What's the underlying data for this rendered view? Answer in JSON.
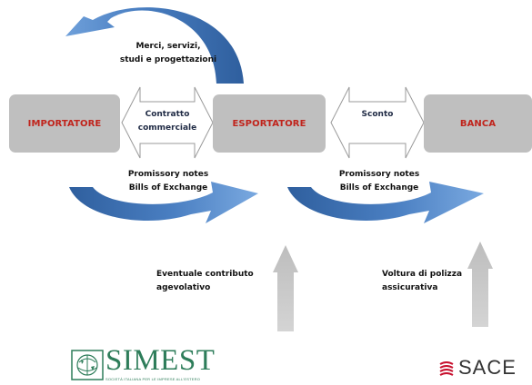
{
  "boxes": {
    "importatore": "IMPORTATORE",
    "esportatore": "ESPORTATORE",
    "banca": "BANCA"
  },
  "flows": {
    "goods": [
      "Merci, servizi,",
      "studi e progettazioni"
    ],
    "contract": [
      "Contratto",
      "commerciale"
    ],
    "discount": "Sconto",
    "notes_left": [
      "Promissory notes",
      "Bills of Exchange"
    ],
    "notes_right": [
      "Promissory notes",
      "Bills of Exchange"
    ]
  },
  "supports": {
    "simest_note": [
      "Eventuale contributo",
      "agevolativo"
    ],
    "sace_note": [
      "Voltura di polizza",
      "assicurativa"
    ]
  },
  "logos": {
    "simest": "SIMEST",
    "simest_tagline": "SOCIETÀ ITALIANA PER LE IMPRESE ALL'ESTERO",
    "sace": "SACE"
  },
  "colors": {
    "box_fill": "#bfbfbf",
    "box_text": "#c0241c",
    "arrow_blue_dark": "#2f5f9e",
    "arrow_blue_light": "#5b8fd0",
    "up_arrow": "#c8c8c8",
    "simest_green": "#2e7d5a",
    "sace_red": "#c8102e"
  }
}
